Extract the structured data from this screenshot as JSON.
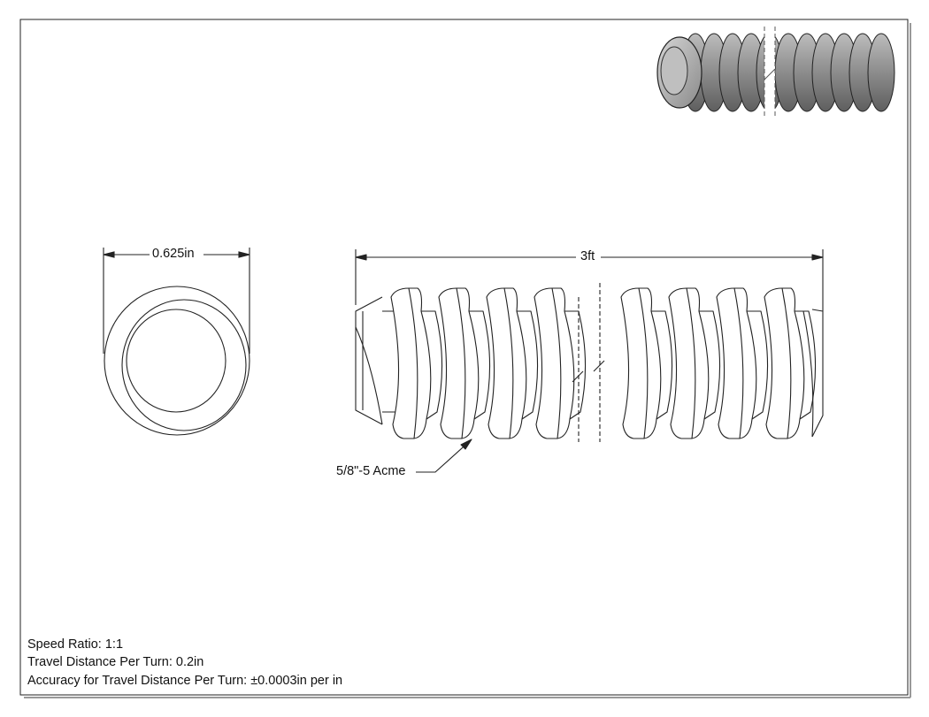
{
  "drawing": {
    "diameter_label": "0.625in",
    "length_label": "3ft",
    "thread_callout": "5/8\"-5 Acme",
    "notes": [
      "Speed Ratio: 1:1",
      "Travel Distance Per Turn: 0.2in",
      "Accuracy for Travel Distance Per Turn: ±0.0003in per in"
    ]
  },
  "colors": {
    "line": "#222222",
    "render_body": "#8c8c8c",
    "render_dark": "#4a4a4a",
    "render_light": "#c8c8c8"
  }
}
